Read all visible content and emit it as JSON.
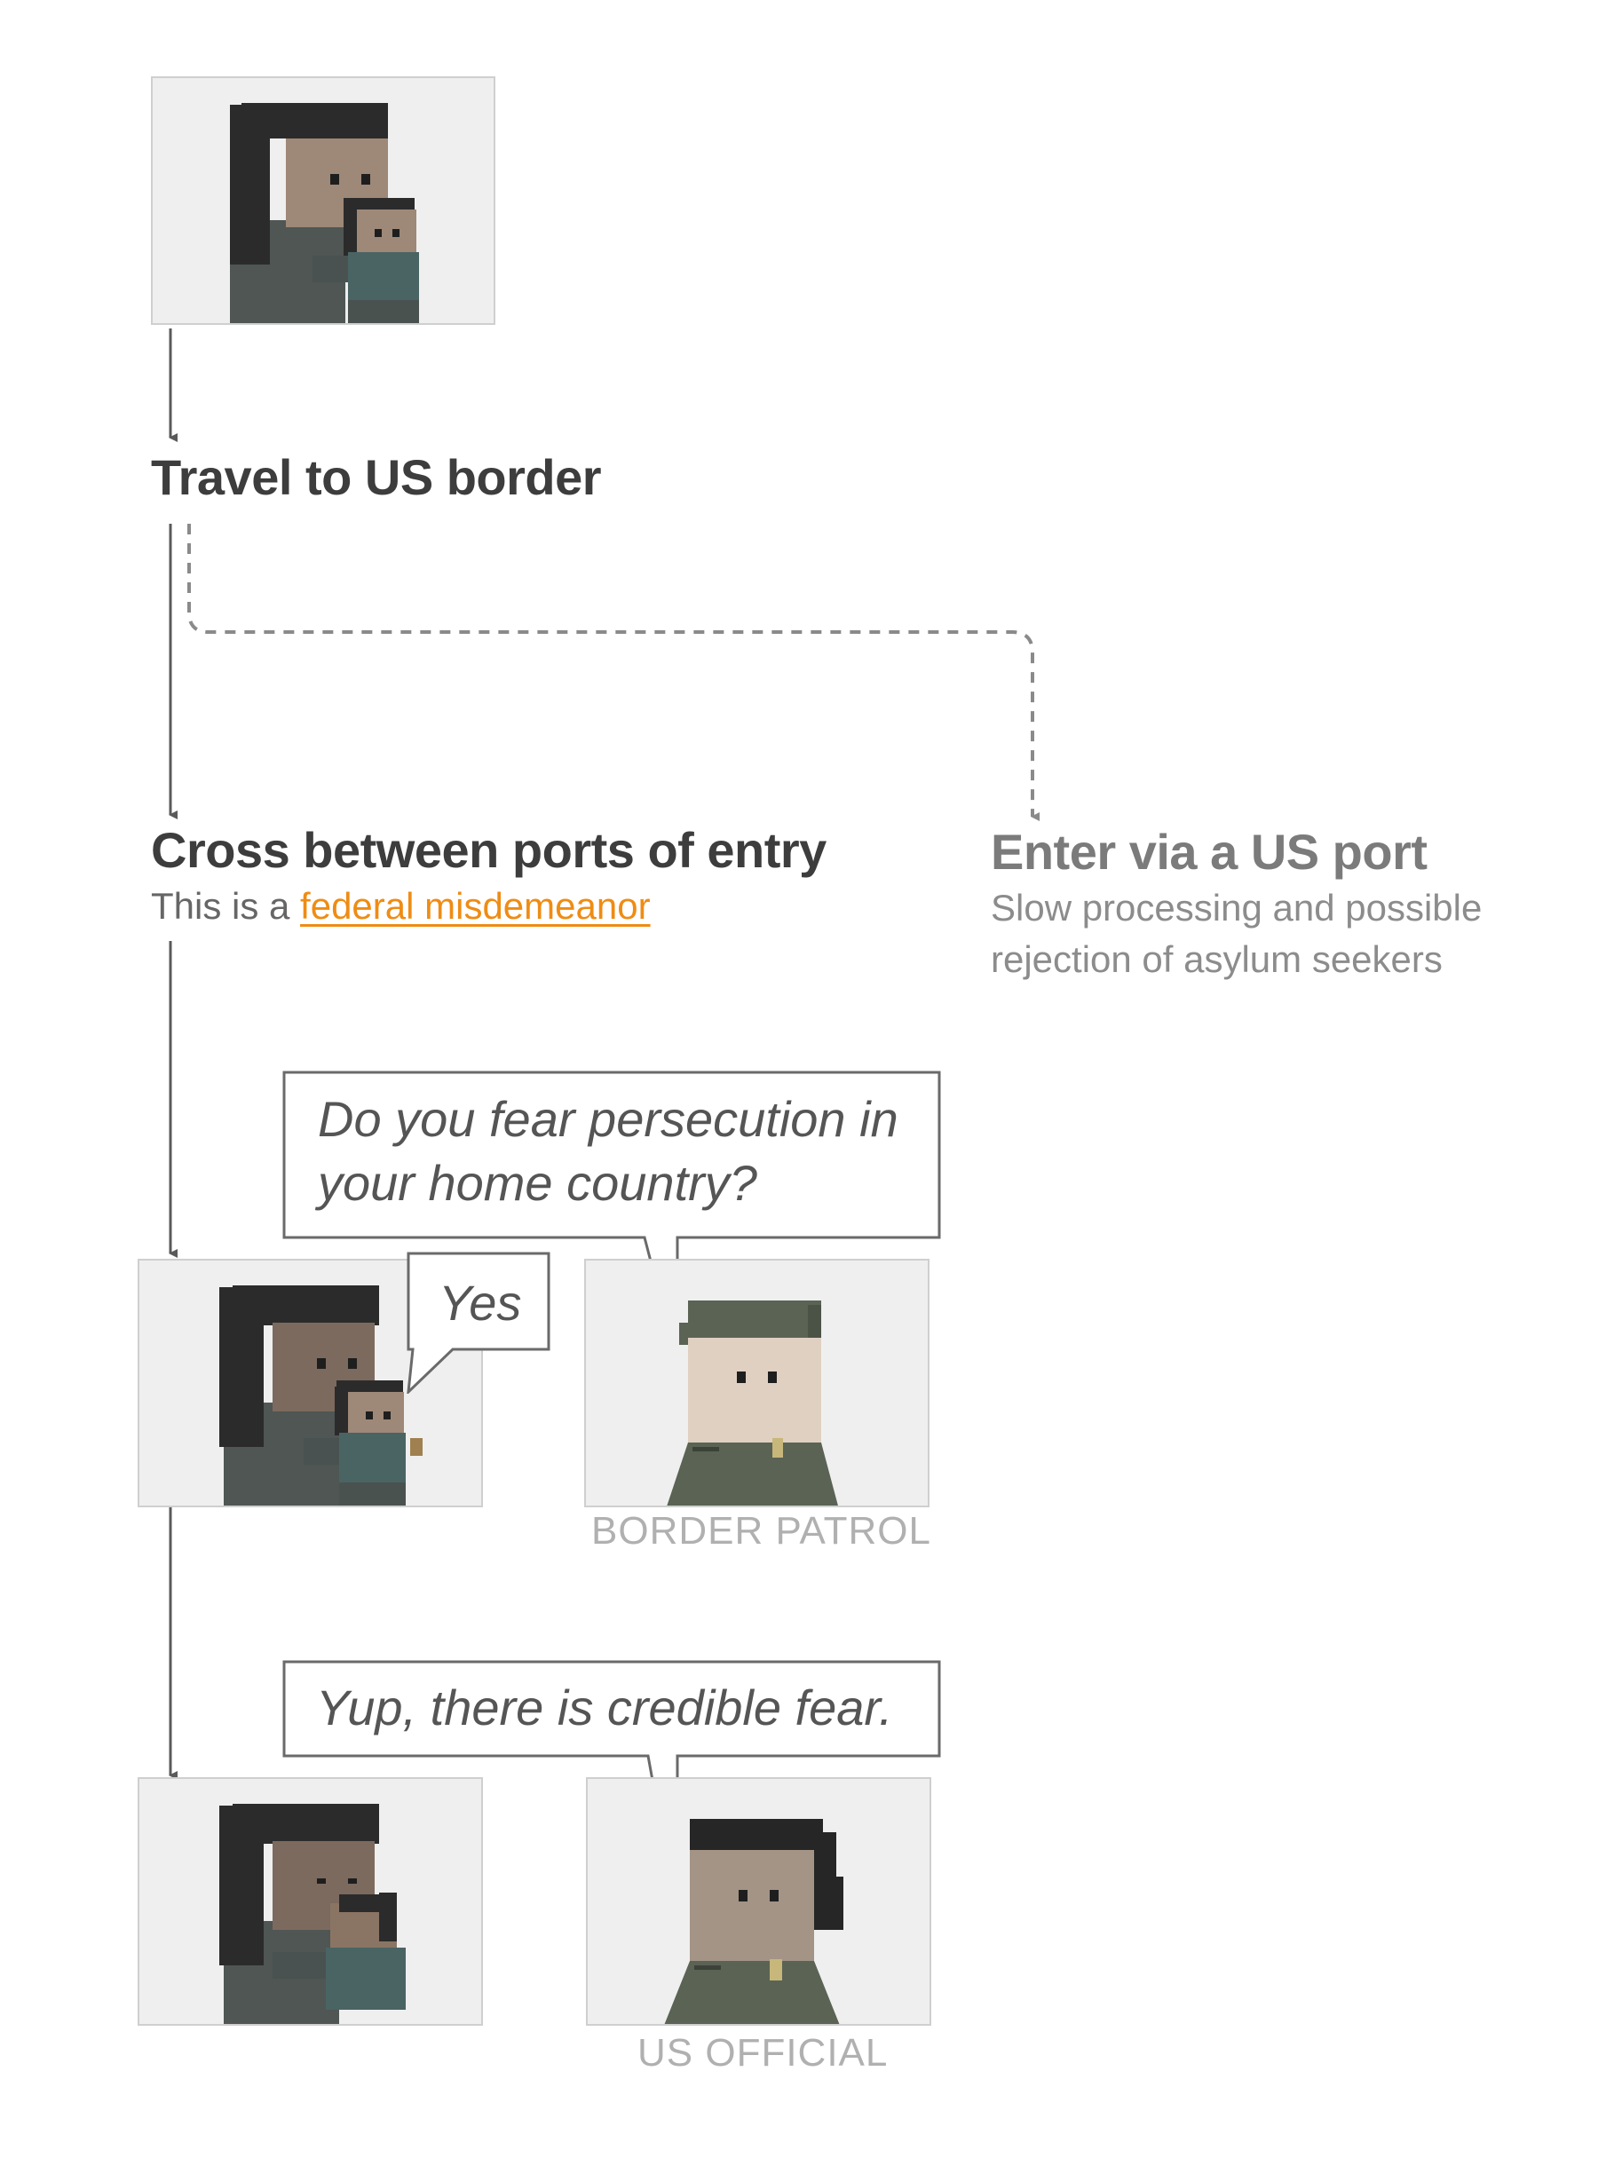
{
  "steps": {
    "travel": {
      "label": "Travel to US border"
    },
    "cross": {
      "label": "Cross between ports of entry",
      "note_prefix": "This is a ",
      "note_link": "federal misdemeanor"
    },
    "port": {
      "label": "Enter via a US port",
      "note_line1": "Slow processing and possible",
      "note_line2": "rejection  of asylum seekers"
    }
  },
  "dialogue": {
    "question_line1": "Do you fear persecution in",
    "question_line2": "your home country?",
    "answer": "Yes",
    "finding": "Yup, there is credible fear."
  },
  "captions": {
    "border_patrol": "BORDER PATROL",
    "us_official": "US OFFICIAL"
  },
  "colors": {
    "arrow": "#5a5a5a",
    "dashed_arrow": "#8a8a8a",
    "link": "#ef8c14",
    "panel_bg": "#efefef",
    "uniform": "#5a6354"
  }
}
